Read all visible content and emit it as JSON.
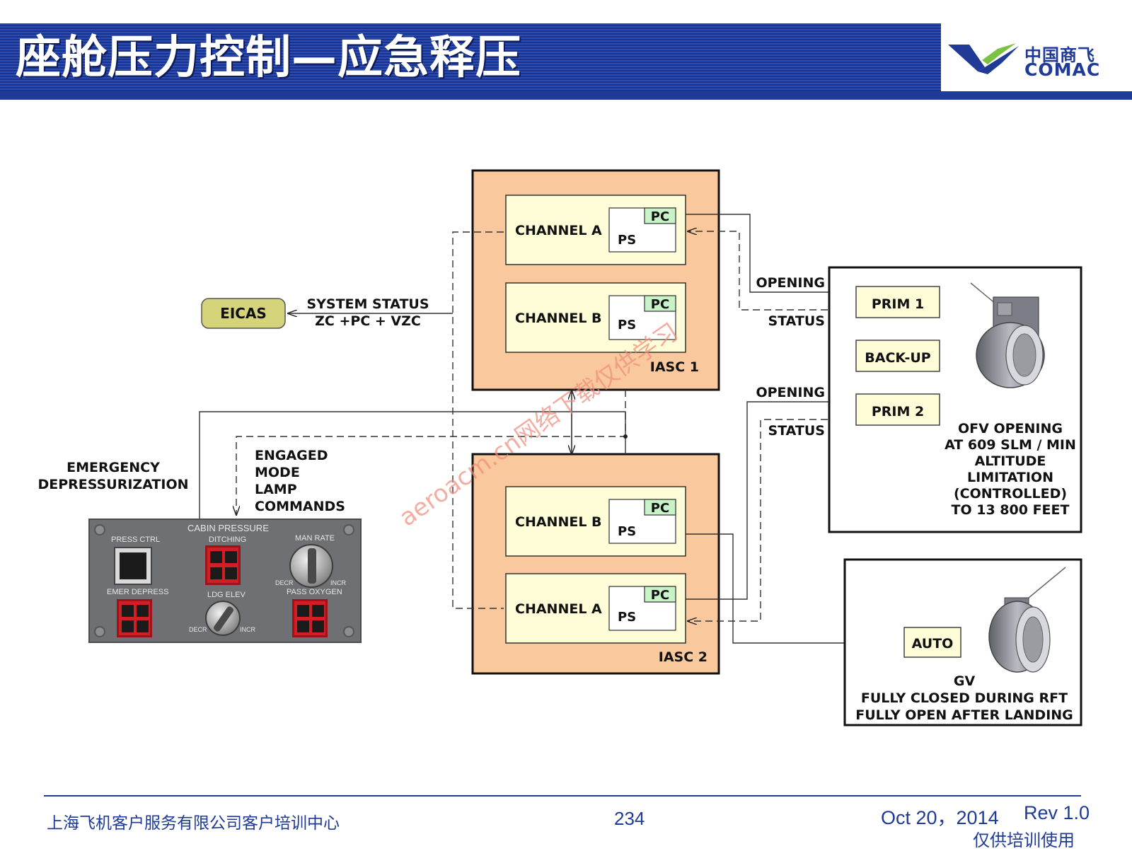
{
  "header": {
    "title": "座舱压力控制—应急释压",
    "logo_cn": "中国商飞",
    "logo_en": "COMAC"
  },
  "colors": {
    "brand_blue": "#1f3a97",
    "iasc_fill": "#f9c89d",
    "channel_fill": "#fefdd8",
    "pc_fill": "#c8f2c8",
    "eicas_fill": "#d6d47a",
    "watermark": "#f08a7a"
  },
  "diagram": {
    "iasc1": {
      "label": "IASC 1",
      "channels": [
        {
          "name": "CHANNEL A",
          "pc": "PC",
          "ps": "PS"
        },
        {
          "name": "CHANNEL B",
          "pc": "PC",
          "ps": "PS"
        }
      ]
    },
    "iasc2": {
      "label": "IASC 2",
      "channels": [
        {
          "name": "CHANNEL B",
          "pc": "PC",
          "ps": "PS"
        },
        {
          "name": "CHANNEL A",
          "pc": "PC",
          "ps": "PS"
        }
      ]
    },
    "eicas": "EICAS",
    "system_status": [
      "SYSTEM STATUS",
      "ZC +PC + VZC"
    ],
    "emergency_label": [
      "EMERGENCY",
      "DEPRESSURIZATION"
    ],
    "engaged_label": [
      "ENGAGED",
      "MODE",
      "LAMP",
      "COMMANDS"
    ],
    "opening_1": "OPENING",
    "status_1": "STATUS",
    "opening_2": "OPENING",
    "status_2": "STATUS",
    "ofv": {
      "modules": [
        "PRIM 1",
        "BACK-UP",
        "PRIM 2"
      ],
      "desc": [
        "OFV OPENING",
        "AT 609 SLM / MIN",
        "ALTITUDE",
        "LIMITATION",
        "(CONTROLLED)",
        "TO 13 800 FEET"
      ]
    },
    "gv": {
      "module": "AUTO",
      "desc": [
        "GV",
        "FULLY CLOSED DURING RFT",
        "FULLY OPEN AFTER LANDING"
      ]
    },
    "watermark": "aeroacm.cn网络下载仅供学习"
  },
  "panel": {
    "title": "CABIN PRESSURE",
    "press_ctrl": "PRESS CTRL",
    "ditching": "DITCHING",
    "man_rate": "MAN RATE",
    "emer_depress": "EMER DEPRESS",
    "ldg_elev": "LDG ELEV",
    "pass_oxygen": "PASS OXYGEN",
    "decr": "DECR",
    "incr": "INCR"
  },
  "footer": {
    "company": "上海飞机客户服务有限公司客户培训中心",
    "page": "234",
    "date": "Oct 20，2014",
    "rev": "Rev 1.0",
    "note": "仅供培训使用"
  }
}
